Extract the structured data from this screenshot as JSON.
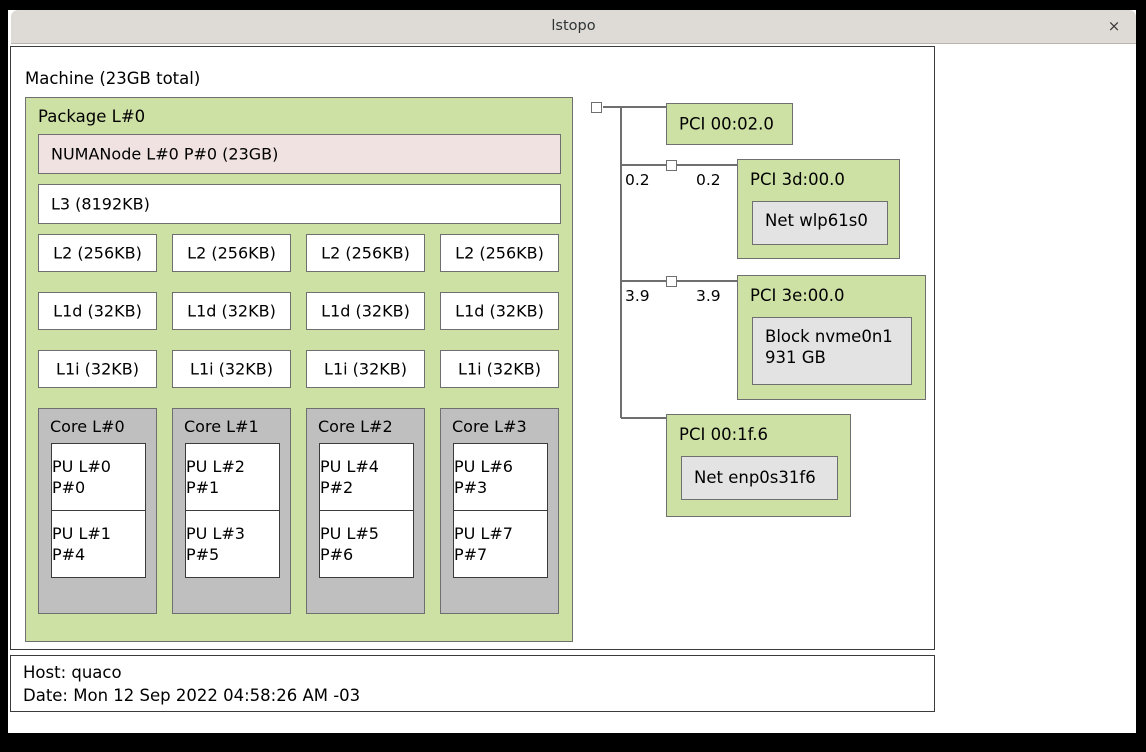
{
  "window": {
    "title": "lstopo",
    "close_label": "×"
  },
  "machine": {
    "label": "Machine (23GB total)"
  },
  "package": {
    "label": "Package L#0",
    "numanode": "NUMANode L#0 P#0 (23GB)",
    "l3": "L3 (8192KB)",
    "l2": [
      "L2 (256KB)",
      "L2 (256KB)",
      "L2 (256KB)",
      "L2 (256KB)"
    ],
    "l1d": [
      "L1d (32KB)",
      "L1d (32KB)",
      "L1d (32KB)",
      "L1d (32KB)"
    ],
    "l1i": [
      "L1i (32KB)",
      "L1i (32KB)",
      "L1i (32KB)",
      "L1i (32KB)"
    ],
    "cores": [
      {
        "label": "Core L#0",
        "pus": [
          "PU L#0\nP#0",
          "PU L#1\nP#4"
        ]
      },
      {
        "label": "Core L#1",
        "pus": [
          "PU L#2\nP#1",
          "PU L#3\nP#5"
        ]
      },
      {
        "label": "Core L#2",
        "pus": [
          "PU L#4\nP#2",
          "PU L#5\nP#6"
        ]
      },
      {
        "label": "Core L#3",
        "pus": [
          "PU L#6\nP#3",
          "PU L#7\nP#7"
        ]
      }
    ]
  },
  "pci": {
    "devices": [
      {
        "title": "PCI 00:02.0",
        "child": null,
        "bandwidth_left": null,
        "bandwidth_right": null
      },
      {
        "title": "PCI 3d:00.0",
        "child": "Net wlp61s0",
        "bandwidth_left": "0.2",
        "bandwidth_right": "0.2"
      },
      {
        "title": "PCI 3e:00.0",
        "child": "Block nvme0n1\n931 GB",
        "bandwidth_left": "3.9",
        "bandwidth_right": "3.9"
      },
      {
        "title": "PCI 00:1f.6",
        "child": "Net enp0s31f6",
        "bandwidth_left": null,
        "bandwidth_right": null
      }
    ]
  },
  "footer": {
    "host": "Host: quaco",
    "date": "Date: Mon 12 Sep 2022 04:58:26 AM -03"
  },
  "colors": {
    "package_green": "#cee1a5",
    "numanode_pink": "#f1e2e2",
    "core_gray": "#bfbfbf",
    "pci_child_gray": "#e3e3e3",
    "titlebar_gray": "#dedad5",
    "border_gray": "#6f6f6f"
  }
}
